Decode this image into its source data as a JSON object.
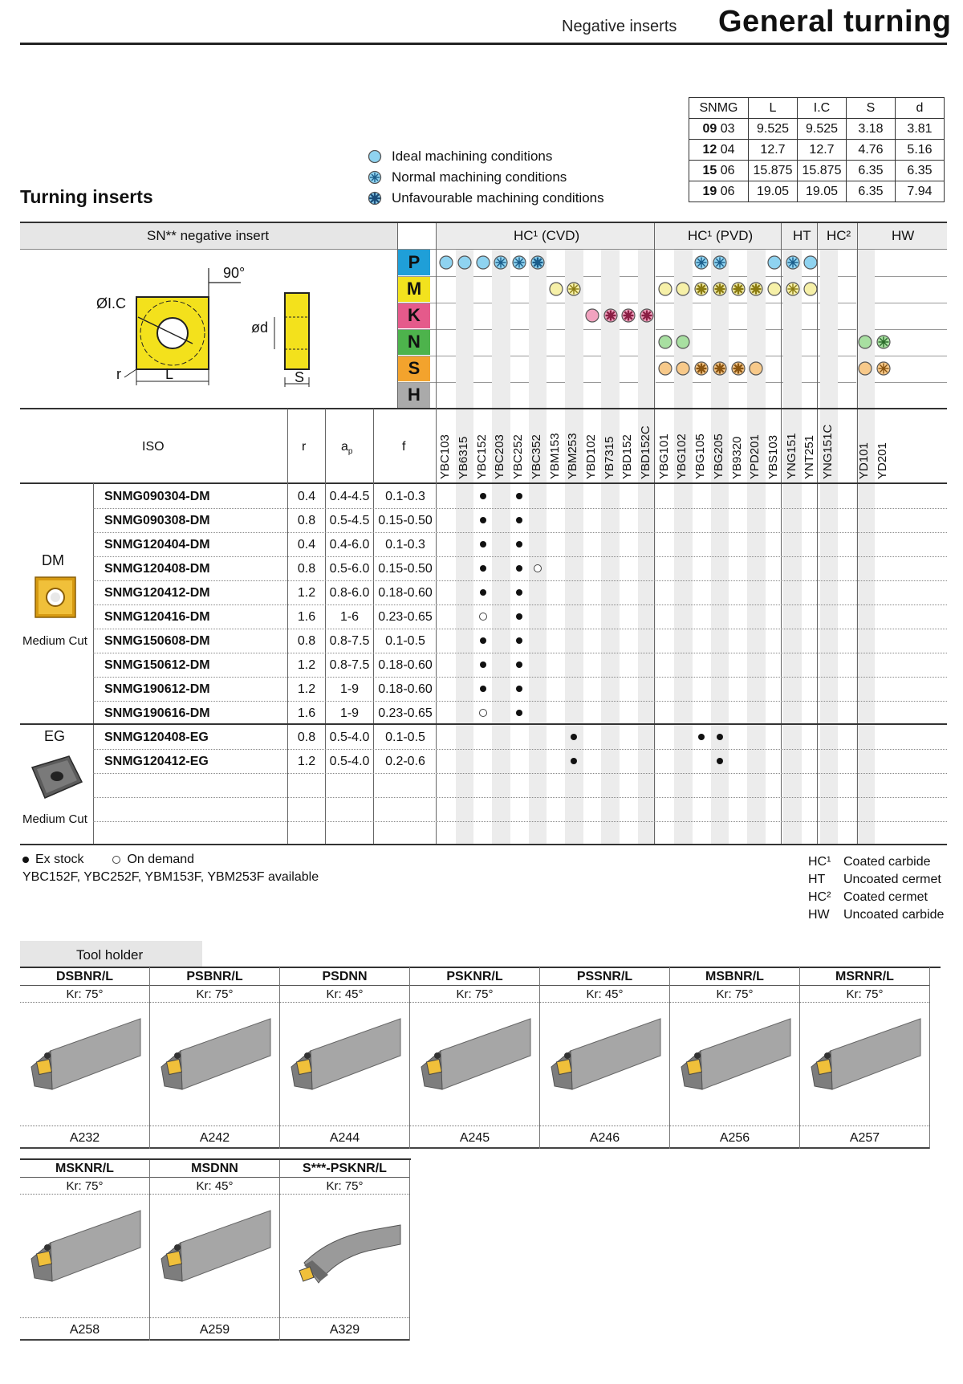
{
  "header": {
    "subtitle": "Negative inserts",
    "title": "General turning"
  },
  "section_title": "Turning inserts",
  "legend": [
    {
      "icon": "ideal-circle-icon",
      "label": "Ideal machining conditions"
    },
    {
      "icon": "normal-circle-icon",
      "label": "Normal machining conditions"
    },
    {
      "icon": "unfavourable-circle-icon",
      "label": "Unfavourable machining conditions"
    }
  ],
  "size_table": {
    "headers": [
      "SNMG",
      "L",
      "I.C",
      "S",
      "d"
    ],
    "rows": [
      {
        "code": "09",
        "sub": "03",
        "L": "9.525",
        "IC": "9.525",
        "S": "3.18",
        "d": "3.81"
      },
      {
        "code": "12",
        "sub": "04",
        "L": "12.7",
        "IC": "12.7",
        "S": "4.76",
        "d": "5.16"
      },
      {
        "code": "15",
        "sub": "06",
        "L": "15.875",
        "IC": "15.875",
        "S": "6.35",
        "d": "6.35"
      },
      {
        "code": "19",
        "sub": "06",
        "L": "19.05",
        "IC": "19.05",
        "S": "6.35",
        "d": "7.94"
      }
    ]
  },
  "main_table": {
    "insert_title": "SN** negative insert",
    "drawing_labels": {
      "angle": "90°",
      "ic": "ØI.C",
      "d": "ød",
      "r": "r",
      "L": "L",
      "S": "S"
    },
    "groups": [
      "HC¹ (CVD)",
      "HC¹ (PVD)",
      "HT",
      "HC²",
      "HW"
    ],
    "materials": [
      "P",
      "M",
      "K",
      "N",
      "S",
      "H"
    ],
    "material_colors": {
      "P": "#1f9fd8",
      "M": "#f2e21e",
      "K": "#e55a8b",
      "N": "#4db34c",
      "S": "#f3a32d",
      "H": "#aaaaaa"
    },
    "col_headers": {
      "iso": "ISO",
      "r": "r",
      "ap": "a",
      "ap_sub": "p",
      "f": "f"
    },
    "grades": [
      "YBC103",
      "YB6315",
      "YBC152",
      "YBC203",
      "YBC252",
      "YBC352",
      "YBM153",
      "YBM253",
      "YBD102",
      "YB7315",
      "YBD152",
      "YBD152C",
      "YBG101",
      "YBG102",
      "YBG105",
      "YBG205",
      "YB9320",
      "YPD201",
      "YBS103",
      "YNG151",
      "YNT251",
      "YNG151C",
      "",
      "YD101",
      "YD201"
    ],
    "dm": {
      "label": "DM",
      "cut": "Medium Cut"
    },
    "eg": {
      "label": "EG",
      "cut": "Medium Cut"
    },
    "rows": [
      {
        "iso": "SNMG090304-DM",
        "r": "0.4",
        "ap": "0.4-4.5",
        "f": "0.1-0.3"
      },
      {
        "iso": "SNMG090308-DM",
        "r": "0.8",
        "ap": "0.5-4.5",
        "f": "0.15-0.50"
      },
      {
        "iso": "SNMG120404-DM",
        "r": "0.4",
        "ap": "0.4-6.0",
        "f": "0.1-0.3"
      },
      {
        "iso": "SNMG120408-DM",
        "r": "0.8",
        "ap": "0.5-6.0",
        "f": "0.15-0.50"
      },
      {
        "iso": "SNMG120412-DM",
        "r": "1.2",
        "ap": "0.8-6.0",
        "f": "0.18-0.60"
      },
      {
        "iso": "SNMG120416-DM",
        "r": "1.6",
        "ap": "1-6",
        "f": "0.23-0.65"
      },
      {
        "iso": "SNMG150608-DM",
        "r": "0.8",
        "ap": "0.8-7.5",
        "f": "0.1-0.5"
      },
      {
        "iso": "SNMG150612-DM",
        "r": "1.2",
        "ap": "0.8-7.5",
        "f": "0.18-0.60"
      },
      {
        "iso": "SNMG190612-DM",
        "r": "1.2",
        "ap": "1-9",
        "f": "0.18-0.60"
      },
      {
        "iso": "SNMG190616-DM",
        "r": "1.6",
        "ap": "1-9",
        "f": "0.23-0.65"
      },
      {
        "iso": "SNMG120408-EG",
        "r": "0.8",
        "ap": "0.5-4.0",
        "f": "0.1-0.5"
      },
      {
        "iso": "SNMG120412-EG",
        "r": "1.2",
        "ap": "0.5-4.0",
        "f": "0.2-0.6"
      }
    ]
  },
  "notes": {
    "ex_stock": "Ex stock",
    "on_demand": "On demand",
    "available": "YBC152F, YBC252F, YBM153F, YBM253F available"
  },
  "grade_legend": [
    {
      "code": "HC¹",
      "desc": "Coated carbide"
    },
    {
      "code": "HT",
      "desc": "Uncoated cermet"
    },
    {
      "code": "HC²",
      "desc": "Coated cermet"
    },
    {
      "code": "HW",
      "desc": "Uncoated carbide"
    }
  ],
  "tool_holder": {
    "title": "Tool holder",
    "items": [
      {
        "name": "DSBNR/L",
        "kr": "Kr: 75°",
        "code": "A232"
      },
      {
        "name": "PSBNR/L",
        "kr": "Kr: 75°",
        "code": "A242"
      },
      {
        "name": "PSDNN",
        "kr": "Kr: 45°",
        "code": "A244"
      },
      {
        "name": "PSKNR/L",
        "kr": "Kr: 75°",
        "code": "A245"
      },
      {
        "name": "PSSNR/L",
        "kr": "Kr: 45°",
        "code": "A246"
      },
      {
        "name": "MSBNR/L",
        "kr": "Kr: 75°",
        "code": "A256"
      },
      {
        "name": "MSRNR/L",
        "kr": "Kr: 75°",
        "code": "A257"
      },
      {
        "name": "MSKNR/L",
        "kr": "Kr: 75°",
        "code": "A258"
      },
      {
        "name": "MSDNN",
        "kr": "Kr: 45°",
        "code": "A259"
      },
      {
        "name": "S***-PSKNR/L",
        "kr": "Kr: 75°",
        "code": "A329"
      }
    ]
  }
}
